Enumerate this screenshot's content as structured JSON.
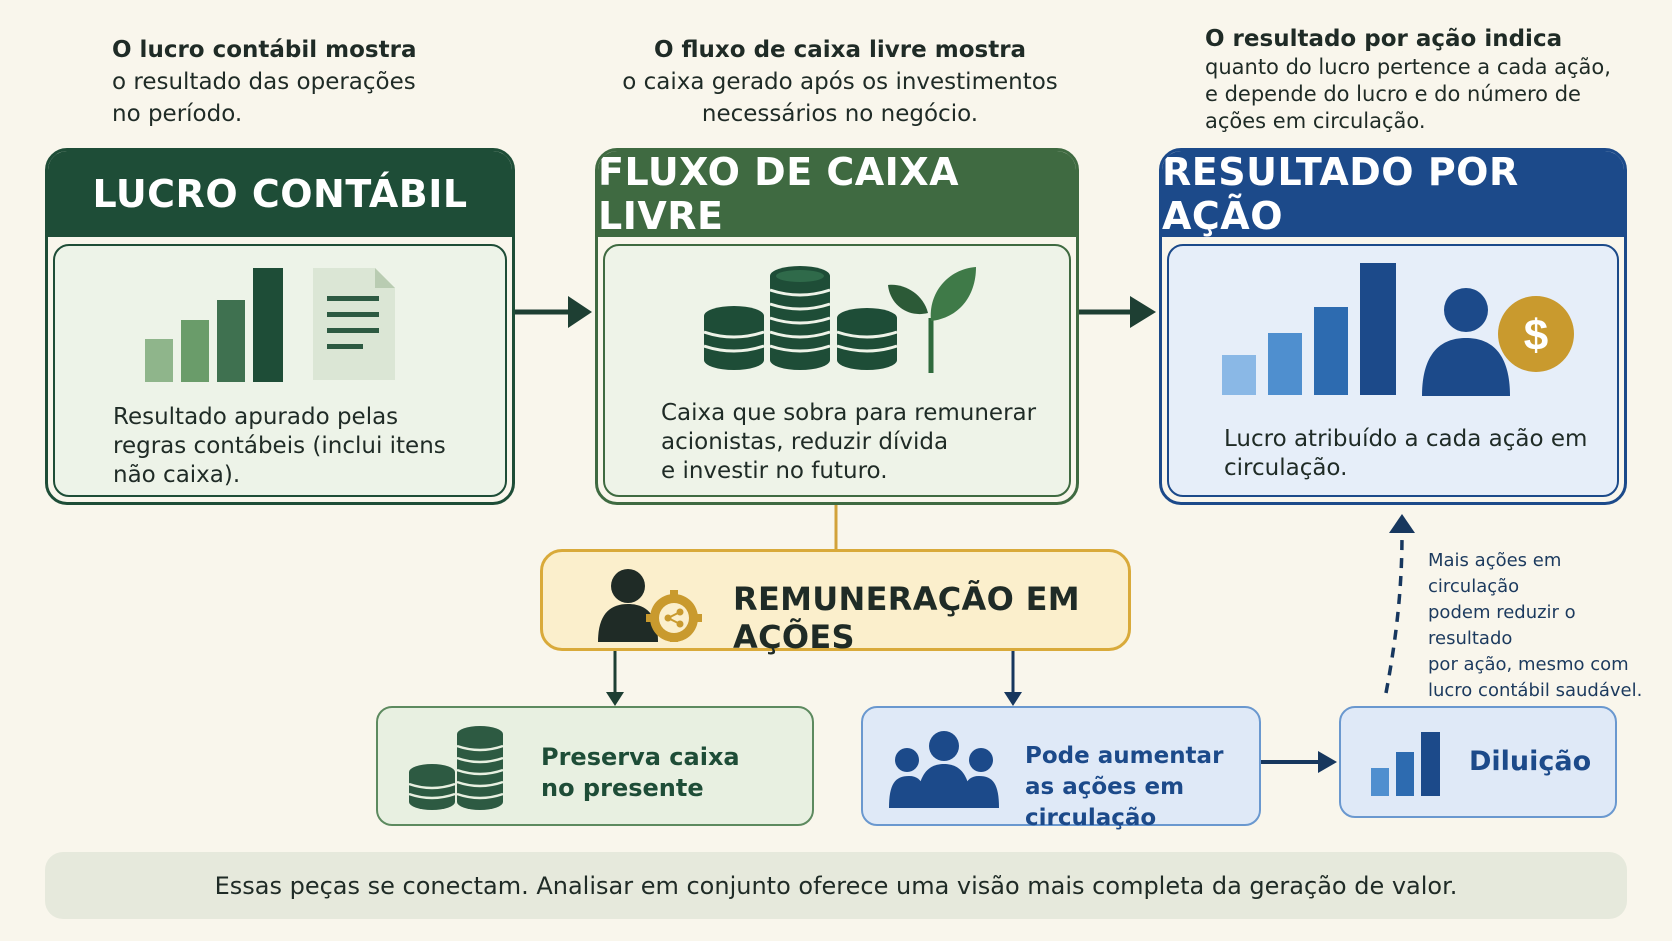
{
  "intros": {
    "lucro": {
      "lead": "O lucro contábil mostra",
      "line1": "o resultado das operações",
      "line2": "no período."
    },
    "fcl": {
      "lead": "O fluxo de caixa livre mostra",
      "line1": "o caixa gerado após os investimentos",
      "line2": "necessários no negócio."
    },
    "rpa": {
      "lead": "O resultado por ação indica",
      "line1": "quanto do lucro pertence a cada ação,",
      "line2": "e depende do lucro e do número de",
      "line3": "ações em circulação."
    }
  },
  "cards": {
    "lucro": {
      "title": "LUCRO CONTÁBIL",
      "desc1": "Resultado apurado pelas",
      "desc2": "regras contábeis (inclui itens",
      "desc3": "não caixa)."
    },
    "fcl": {
      "title": "FLUXO DE CAIXA LIVRE",
      "desc1": "Caixa que sobra para remunerar",
      "desc2": "acionistas, reduzir dívida",
      "desc3": "e investir no futuro."
    },
    "rpa": {
      "title": "RESULTADO POR AÇÃO",
      "desc1": "Lucro atribuído a cada ação em",
      "desc2": "circulação."
    }
  },
  "remuneracao": {
    "label": "REMUNERAÇÃO EM AÇÕES"
  },
  "outcomes": {
    "preserva": {
      "line1": "Preserva caixa",
      "line2": "no presente"
    },
    "aumentar": {
      "line1": "Pode aumentar",
      "line2": "as ações em circulação"
    },
    "diluicao": {
      "label": "Diluição"
    }
  },
  "dilution_note": {
    "line1": "Mais ações em circulação",
    "line2": "podem reduzir o resultado",
    "line3": "por ação, mesmo com",
    "line4": "lucro contábil saudável."
  },
  "footer": "Essas peças se conectam. Analisar em conjunto oferece uma visão mais completa da geração de valor.",
  "icons": {
    "lucro": [
      "bar-chart-icon",
      "document-icon"
    ],
    "fcl": [
      "coin-stacks-icon",
      "sprout-icon"
    ],
    "rpa": [
      "bar-chart-icon",
      "shareholder-dollar-icon"
    ],
    "remuneracao": "person-share-icon",
    "preserva": "coin-stacks-icon",
    "aumentar": "group-icon",
    "diluicao": "bar-chart-icon"
  },
  "colors": {
    "background": "#f9f6ec",
    "lucro": "#1e4d37",
    "fcl": "#3f6a41",
    "rpa": "#1c4a8a",
    "remuneracao": "#d9aa3a",
    "gold": "#c99a2e"
  }
}
